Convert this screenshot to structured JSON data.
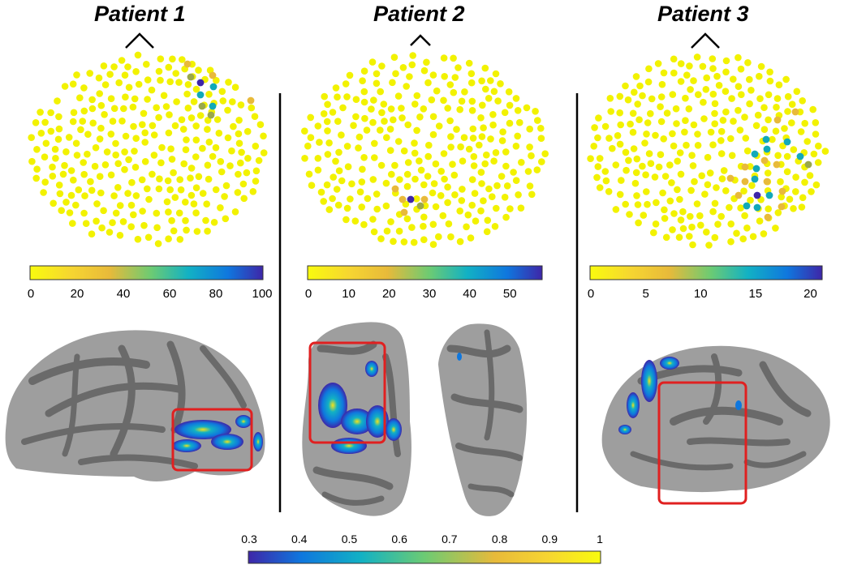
{
  "panels": [
    {
      "title": "Patient 1",
      "colorbar": {
        "ticks": [
          "0",
          "20",
          "40",
          "60",
          "80",
          "100"
        ],
        "min": 0,
        "max": 100
      }
    },
    {
      "title": "Patient 2",
      "colorbar": {
        "ticks": [
          "0",
          "10",
          "20",
          "30",
          "40",
          "50"
        ],
        "min": 0,
        "max": 58
      }
    },
    {
      "title": "Patient 3",
      "colorbar": {
        "ticks": [
          "0",
          "5",
          "10",
          "15",
          "20"
        ],
        "min": 0,
        "max": 21
      }
    }
  ],
  "bottom_colorbar": {
    "ticks": [
      "0.3",
      "0.4",
      "0.5",
      "0.6",
      "0.7",
      "0.8",
      "0.9",
      "1"
    ],
    "min": 0.3,
    "max": 1.0
  },
  "colors": {
    "colormap": [
      "#3e26a8",
      "#0f77de",
      "#12b1c4",
      "#6ccb73",
      "#e8ba3a",
      "#f6e317",
      "#f9fb0e"
    ],
    "electrode_base": "#f2f200",
    "highlight_box": "#e02020",
    "brain_light": "#9e9e9e",
    "brain_dark": "#6a6a6a"
  }
}
